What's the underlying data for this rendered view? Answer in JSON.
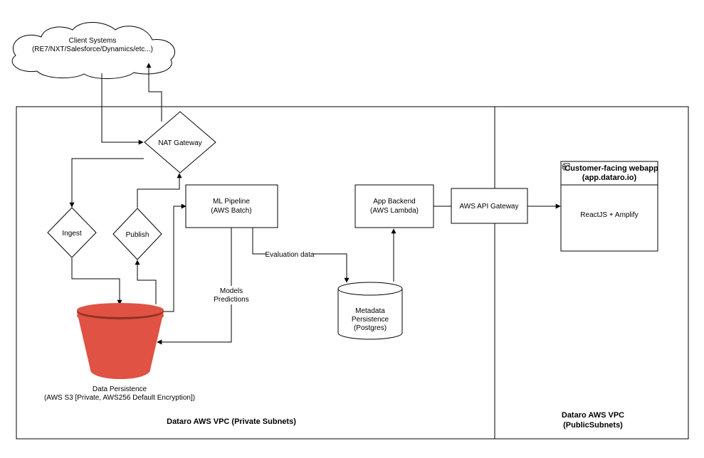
{
  "client_systems": {
    "line1": "Client Systems",
    "line2": "(RE7/NXT/Salesforce/Dynamics/etc...)"
  },
  "nat_gateway": "NAT Gateway",
  "ingest": "Ingest",
  "publish": "Publish",
  "ml_pipeline": {
    "line1": "ML Pipeline",
    "line2": "(AWS Batch)"
  },
  "app_backend": {
    "line1": "App Backend",
    "line2": "(AWS Lambda)"
  },
  "api_gateway": "AWS API Gateway",
  "webapp": {
    "title1": "Customer-facing webapp",
    "title2": "(app.dataro.io)",
    "body": "ReactJS + Amplify"
  },
  "metadata": {
    "line1": "Metadata",
    "line2": "Persistence",
    "line3": "(Postgres)"
  },
  "data_persistence": {
    "line1": "Data Persistence",
    "line2": "(AWS S3 [Private, AWS256 Default Encryption])"
  },
  "edge_labels": {
    "evaluation": "Evaluation data",
    "models": "Models",
    "predictions": "Predictions"
  },
  "vpc_private": "Dataro AWS VPC (Private Subnets)",
  "vpc_public": {
    "line1": "Dataro AWS VPC",
    "line2": "(PublicSubnets)"
  },
  "colors": {
    "bucket_fill": "#e05243",
    "bucket_dark": "#8c3123",
    "stroke": "#000000"
  }
}
